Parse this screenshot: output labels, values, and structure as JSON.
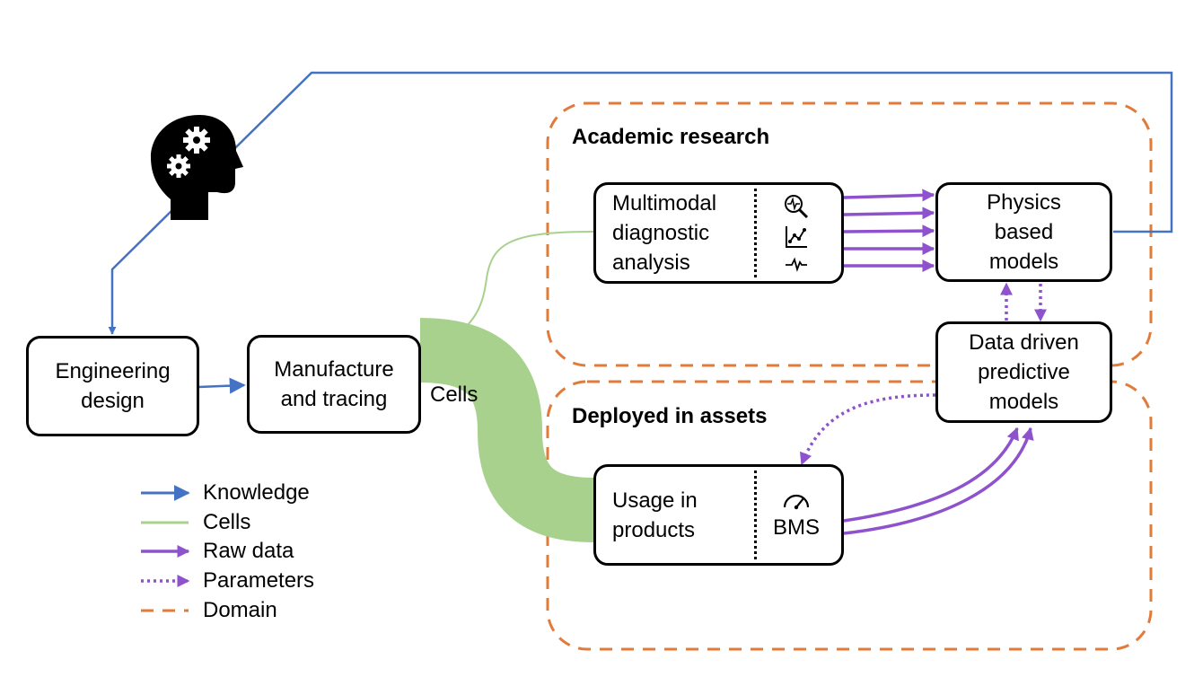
{
  "nodes": {
    "engineering_design": "Engineering\ndesign",
    "manufacture": "Manufacture\nand tracing",
    "multimodal": "Multimodal\ndiagnostic\nanalysis",
    "physics": "Physics\nbased\nmodels",
    "data_driven": "Data driven\npredictive\nmodels",
    "usage": "Usage in\nproducts",
    "bms": "BMS"
  },
  "domains": {
    "academic": "Academic research",
    "deployed": "Deployed in assets"
  },
  "flow_label": "Cells",
  "legend": [
    {
      "label": "Knowledge",
      "style": "solid-arrow",
      "color": "#4472c4"
    },
    {
      "label": "Cells",
      "style": "solid-line",
      "color": "#a9d18e"
    },
    {
      "label": "Raw data",
      "style": "solid-arrow",
      "color": "#8e52cc"
    },
    {
      "label": "Parameters",
      "style": "dotted-arrow",
      "color": "#8e52cc"
    },
    {
      "label": "Domain",
      "style": "dashed-line",
      "color": "#e07b39"
    }
  ],
  "icons": {
    "multimodal": [
      "magnifier-waveform-icon",
      "line-chart-icon",
      "pulse-icon"
    ],
    "bms": "speedometer-icon",
    "brain": "head-gears-icon"
  },
  "colors": {
    "knowledge": "#4472c4",
    "cells": "#a9d18e",
    "raw_data": "#8e52cc",
    "parameters": "#8e52cc",
    "domain": "#e07b39"
  }
}
